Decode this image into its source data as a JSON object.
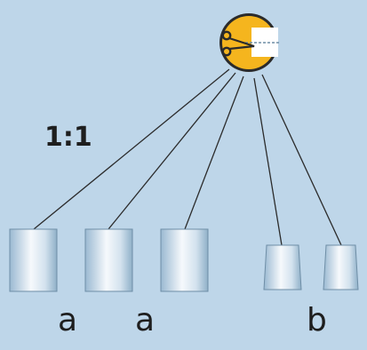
{
  "ratio_label": "1:1",
  "container_labels": [
    "a",
    "a",
    "",
    "b",
    ""
  ],
  "source_icon": "scissors-cut-icon",
  "colors": {
    "background": "#bed6e9",
    "icon_fill": "#f5b51e",
    "icon_ring": "#2b2b2b",
    "container_light": "#f4f8fc",
    "container_dark": "#8fb0c8"
  }
}
